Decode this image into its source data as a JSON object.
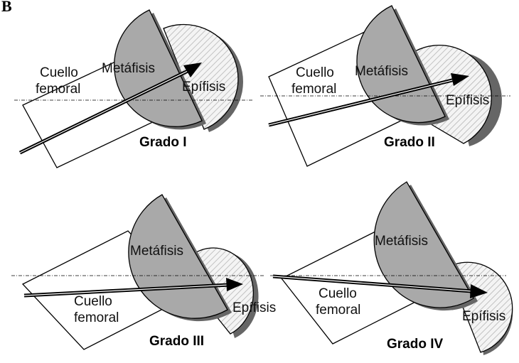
{
  "figure": {
    "panel_letter": "B",
    "panels": [
      {
        "grade": "Grado I",
        "neck_label_1": "Cuello",
        "neck_label_2": "femoral",
        "metaphysis_label": "Metáfisis",
        "epiphysis_label": "Epífisis"
      },
      {
        "grade": "Grado II",
        "neck_label_1": "Cuello",
        "neck_label_2": "femoral",
        "metaphysis_label": "Metáfisis",
        "epiphysis_label": "Epífisis"
      },
      {
        "grade": "Grado III",
        "neck_label_1": "Cuello",
        "neck_label_2": "femoral",
        "metaphysis_label": "Metáfisis",
        "epiphysis_label": "Epífisis"
      },
      {
        "grade": "Grado IV",
        "neck_label_1": "Cuello",
        "neck_label_2": "femoral",
        "metaphysis_label": "Metáfisis",
        "epiphysis_label": "Epífisis"
      }
    ]
  },
  "colors": {
    "metaphysis_fill": "#a9a9a9",
    "epiphysis_fill": "#f2f2f2",
    "shadow": "#666666",
    "stroke": "#000000"
  }
}
